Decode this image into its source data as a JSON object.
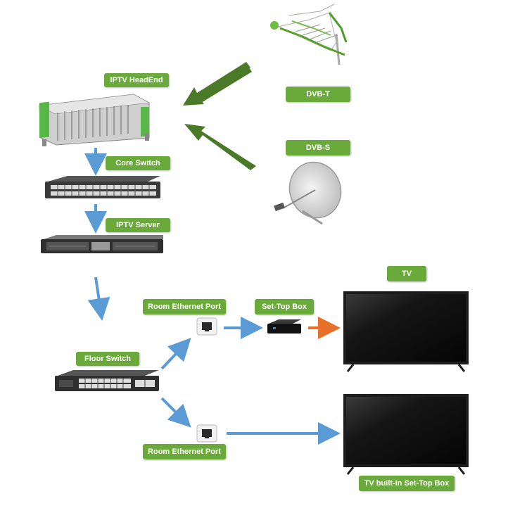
{
  "labels": {
    "iptv_headend": "IPTV HeadEnd",
    "dvb_t": "DVB-T",
    "dvb_s": "DVB-S",
    "core_switch": "Core Switch",
    "iptv_server": "IPTV Server",
    "tv": "TV",
    "room_ethernet_port_top": "Room Ethernet Port",
    "set_top_box": "Set-Top Box",
    "floor_switch": "Floor Switch",
    "room_ethernet_port_bottom": "Room Ethernet Port",
    "tv_builtin_stb": "TV built-in Set-Top Box"
  },
  "colors": {
    "label_green": "#6aaa3a",
    "big_arrow_green": "#4a7a28",
    "link_blue": "#5b9bd5",
    "orange_link": "#e8702a",
    "screen_dark": "#111111"
  },
  "icons": {
    "antenna": "antenna-icon",
    "dish": "satellite-dish-icon",
    "headend": "headend-rack-icon",
    "core_switch": "network-switch-icon",
    "server": "rack-server-icon",
    "floor_switch": "network-switch-icon",
    "ethernet_port": "ethernet-port-icon",
    "stb": "set-top-box-icon",
    "tv": "television-icon"
  }
}
